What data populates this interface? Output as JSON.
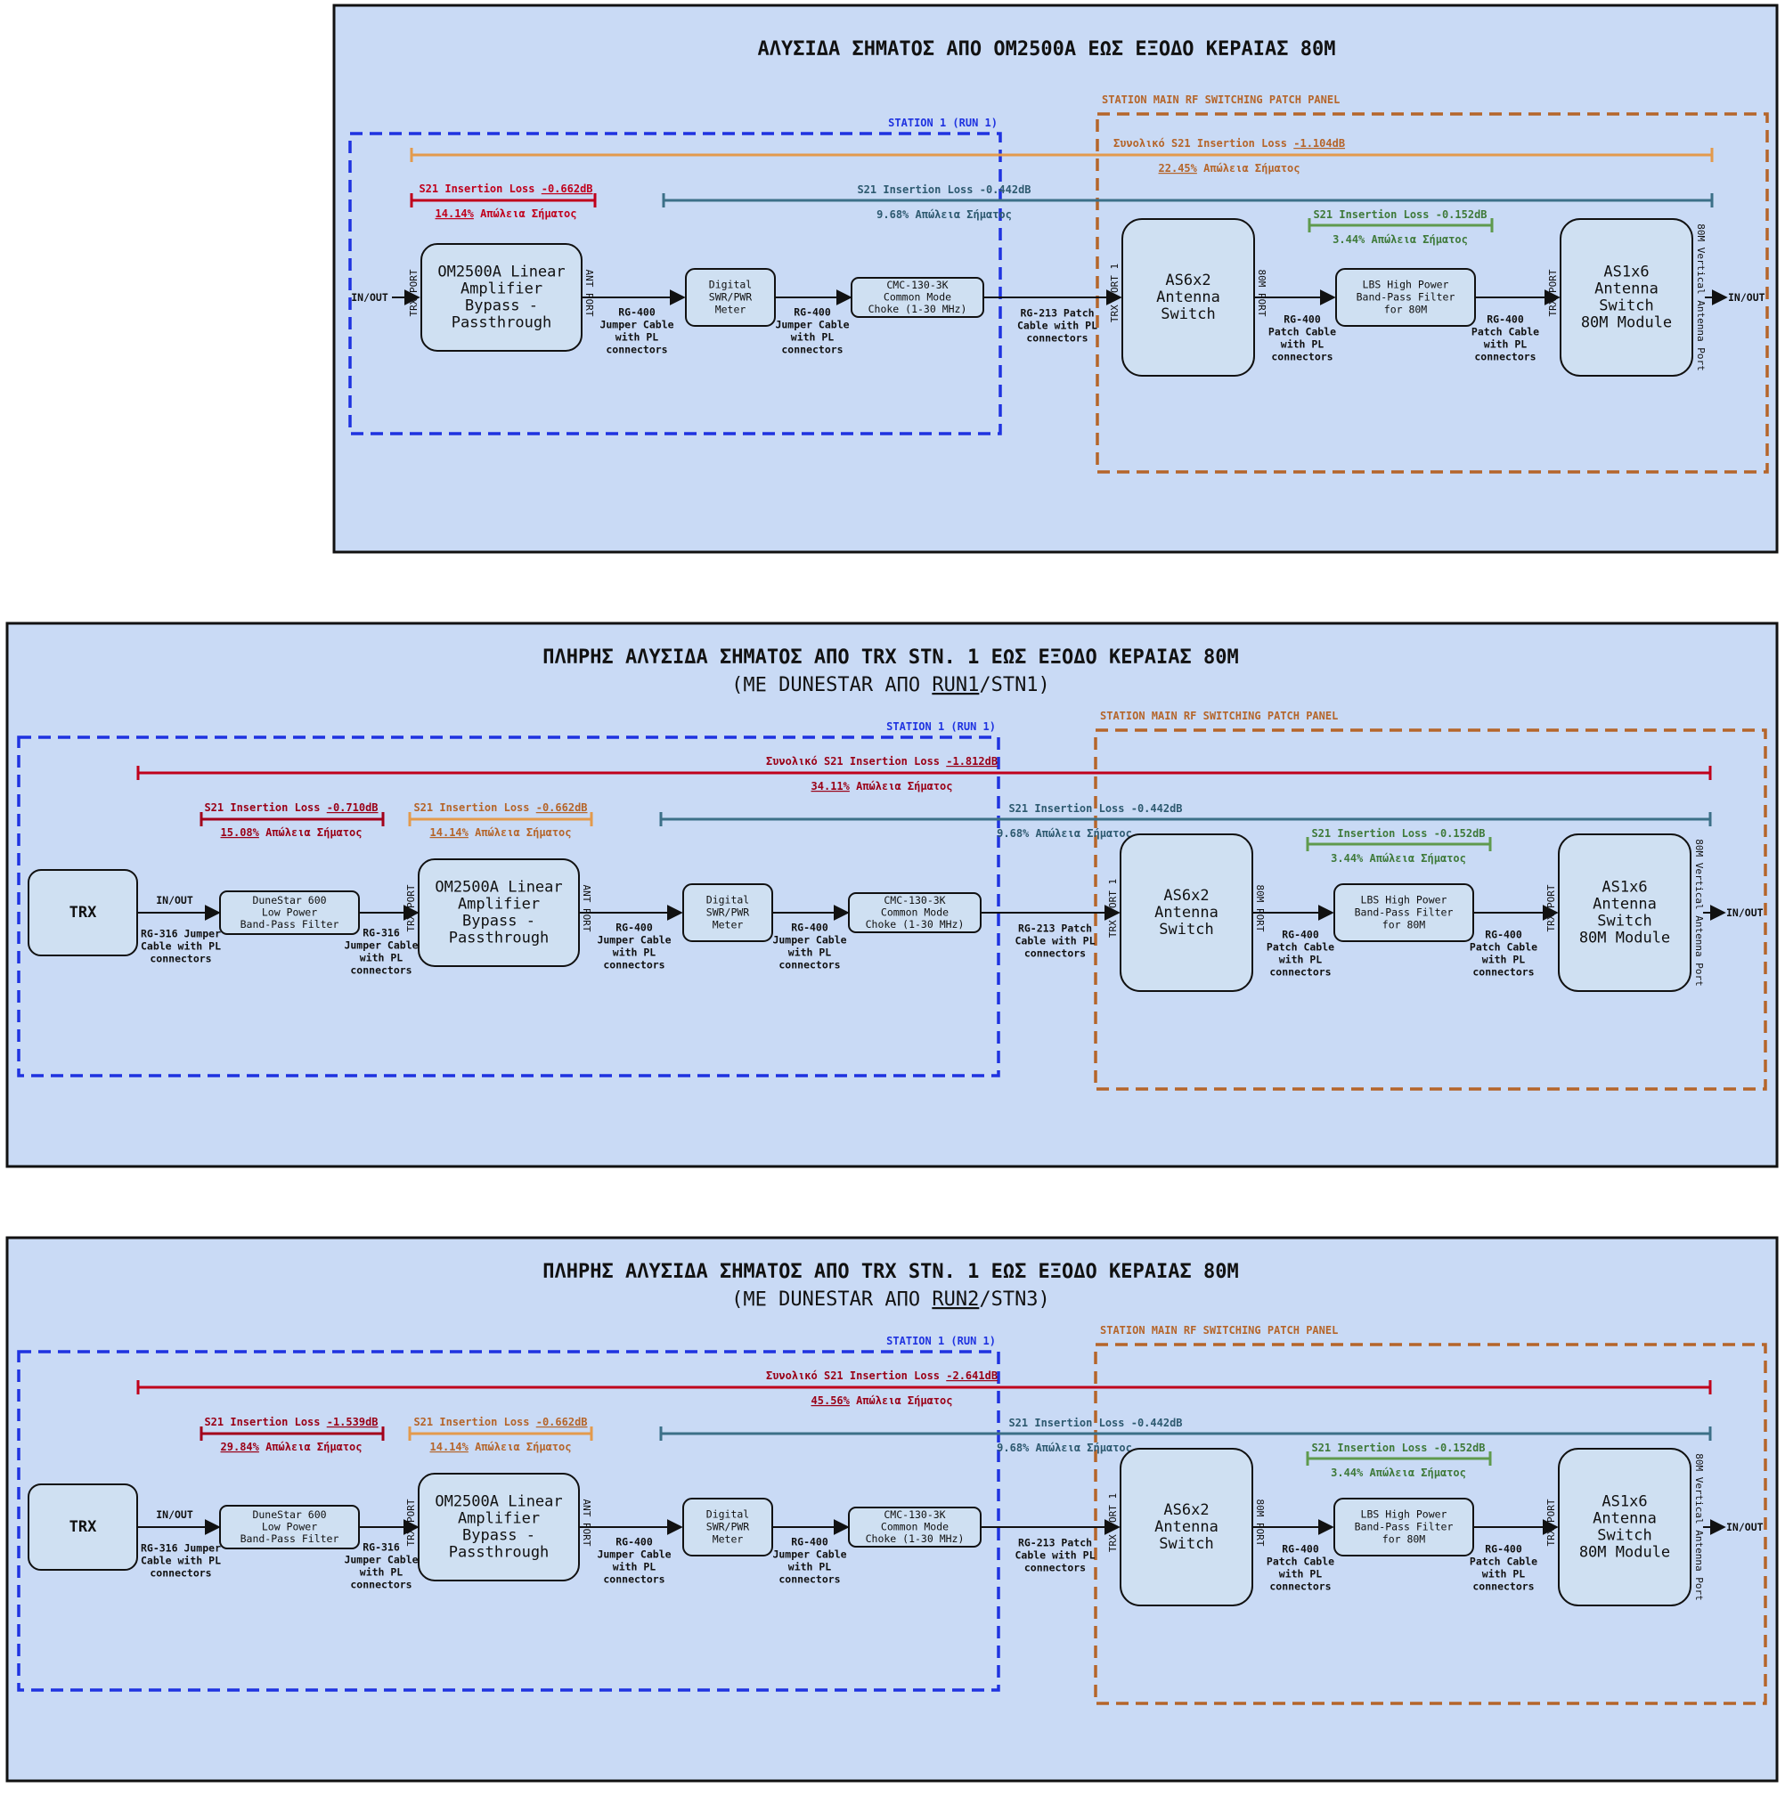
{
  "colors": {
    "panel_bg": "#c9daf5",
    "station_border": "#1f33e0",
    "patch_border": "#b5652a",
    "loss_red": "#c0001b",
    "loss_orange": "#e39a4c",
    "loss_teal": "#3c7088",
    "loss_green": "#5f9a4d",
    "box_fill": "#cfe0f2"
  },
  "panels": [
    {
      "title": "ΑΛΥΣΙΔΑ ΣΗΜΑΤΟΣ ΑΠΟ OM2500A ΕΩΣ ΕΞΟΔΟ ΚΕΡΑΙΑΣ 80M",
      "subtitle_prefix": "",
      "subtitle_underlined": "",
      "subtitle_suffix": "",
      "station_label": "STATION 1 (RUN 1)",
      "patch_label": "STATION MAIN RF SWITCHING PATCH PANEL",
      "total_loss": {
        "label": "Συνολικό S21 Insertion Loss ",
        "value": "-1.104dB",
        "pct": "22.45%",
        "pct_label": " Απώλεια Σήματος"
      },
      "dunestar_loss": null,
      "om_loss": {
        "label": "S21 Insertion Loss ",
        "value": "-0.662dB",
        "pct": "14.14%",
        "pct_label": " Απώλεια Σήματος"
      },
      "cable_loss": {
        "label": "S21 Insertion Loss -0.442dB",
        "pct_text": "9.68% Απώλεια Σήματος"
      },
      "lbs_loss": {
        "label": "S21 Insertion Loss -0.152dB",
        "pct_text": "3.44% Απώλεια Σήματος"
      },
      "io_in": "IN/OUT",
      "io_out": "IN/OUT",
      "has_trx": false
    },
    {
      "title": "ΠΛΗΡΗΣ ΑΛΥΣΙΔΑ ΣΗΜΑΤΟΣ ΑΠΟ TRX STN. 1 ΕΩΣ ΕΞΟΔΟ ΚΕΡΑΙΑΣ 80M",
      "subtitle_prefix": "(ΜΕ DUNESTAR ΑΠΟ ",
      "subtitle_underlined": "RUN1",
      "subtitle_suffix": "/STN1)",
      "station_label": "STATION 1 (RUN 1)",
      "patch_label": "STATION MAIN RF SWITCHING PATCH PANEL",
      "total_loss": {
        "label": "Συνολικό S21 Insertion Loss ",
        "value": "-1.812dB",
        "pct": "34.11%",
        "pct_label": " Απώλεια Σήματος"
      },
      "dunestar_loss": {
        "label": "S21 Insertion Loss ",
        "value": "-0.710dB",
        "pct": "15.08%",
        "pct_label": " Απώλεια Σήματος"
      },
      "om_loss": {
        "label": "S21 Insertion Loss ",
        "value": "-0.662dB",
        "pct": "14.14%",
        "pct_label": " Απώλεια Σήματος"
      },
      "cable_loss": {
        "label": "S21 Insertion Loss -0.442dB",
        "pct_text": "9.68% Απώλεια Σήματος"
      },
      "lbs_loss": {
        "label": "S21 Insertion Loss -0.152dB",
        "pct_text": "3.44% Απώλεια Σήματος"
      },
      "io_in": "IN/OUT",
      "io_out": "IN/OUT",
      "has_trx": true
    },
    {
      "title": "ΠΛΗΡΗΣ ΑΛΥΣΙΔΑ ΣΗΜΑΤΟΣ ΑΠΟ TRX STN. 1 ΕΩΣ ΕΞΟΔΟ ΚΕΡΑΙΑΣ 80M",
      "subtitle_prefix": "(ΜΕ DUNESTAR ΑΠΟ ",
      "subtitle_underlined": "RUN2",
      "subtitle_suffix": "/STN3)",
      "station_label": "STATION 1 (RUN 1)",
      "patch_label": "STATION MAIN RF SWITCHING PATCH PANEL",
      "total_loss": {
        "label": "Συνολικό S21 Insertion Loss ",
        "value": "-2.641dB",
        "pct": "45.56%",
        "pct_label": " Απώλεια Σήματος"
      },
      "dunestar_loss": {
        "label": "S21 Insertion Loss ",
        "value": "-1.539dB",
        "pct": "29.84%",
        "pct_label": " Απώλεια Σήματος"
      },
      "om_loss": {
        "label": "S21 Insertion Loss ",
        "value": "-0.662dB",
        "pct": "14.14%",
        "pct_label": " Απώλεια Σήματος"
      },
      "cable_loss": {
        "label": "S21 Insertion Loss -0.442dB",
        "pct_text": "9.68% Απώλεια Σήματος"
      },
      "lbs_loss": {
        "label": "S21 Insertion Loss -0.152dB",
        "pct_text": "3.44% Απώλεια Σήματος"
      },
      "io_in": "IN/OUT",
      "io_out": "IN/OUT",
      "has_trx": true
    }
  ],
  "components": {
    "trx": [
      "TRX"
    ],
    "dunestar": [
      "DuneStar 600",
      "Low Power",
      "Band-Pass Filter"
    ],
    "om2500": [
      "OM2500A Linear",
      "Amplifier",
      "Bypass -",
      "Passthrough"
    ],
    "swr": [
      "Digital",
      "SWR/PWR",
      "Meter"
    ],
    "cmc": [
      "CMC-130-3K",
      "Common Mode",
      "Choke (1-30 MHz)"
    ],
    "as6x2": [
      "AS6x2",
      "Antenna",
      "Switch"
    ],
    "lbs": [
      "LBS High Power",
      "Band-Pass Filter",
      "for 80M"
    ],
    "as1x6": [
      "AS1x6",
      "Antenna",
      "Switch",
      "80M Module"
    ]
  },
  "ports": {
    "trx_port": "TRX PORT",
    "ant_port": "ANT PORT",
    "trx_port_1": "TRX PORT 1",
    "port_80m": "80M PORT",
    "as1x6_trx": "TRX PORT",
    "vertical": "80M Vertical Antenna Port"
  },
  "cables": {
    "rg316_a": [
      "RG-316 Jumper",
      "Cable with PL",
      "connectors"
    ],
    "rg316_b": [
      "RG-316",
      "Jumper Cable",
      "with PL",
      "connectors"
    ],
    "rg400_jumper": [
      "RG-400",
      "Jumper Cable",
      "with PL",
      "connectors"
    ],
    "rg213": [
      "RG-213 Patch",
      "Cable with PL",
      "connectors"
    ],
    "rg400_patch": [
      "RG-400",
      "Patch Cable",
      "with PL",
      "connectors"
    ]
  }
}
